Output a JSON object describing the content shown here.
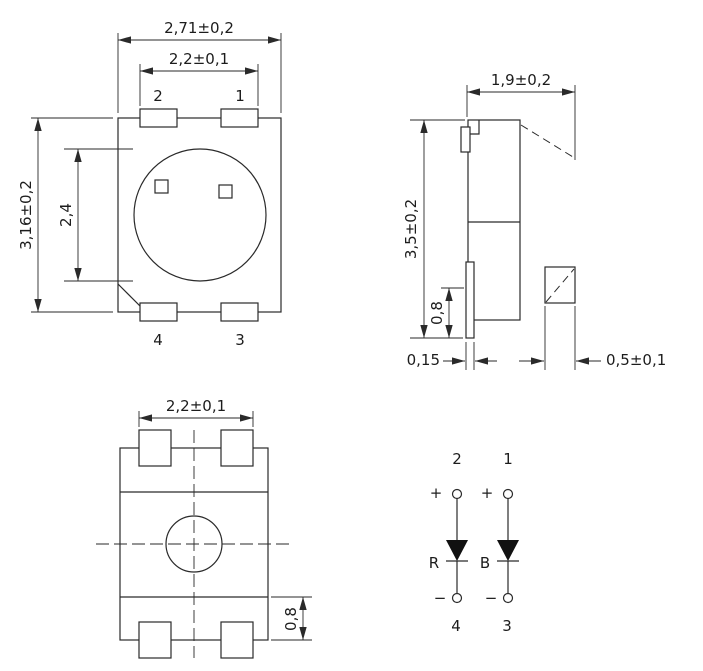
{
  "drawing": {
    "front_view": {
      "dim_outer_width": "2,71±0,2",
      "dim_pad_width": "2,2±0,1",
      "dim_outer_height": "3,16±0,2",
      "dim_lens_height": "2,4",
      "pins": {
        "top_left": "2",
        "top_right": "1",
        "bottom_left": "4",
        "bottom_right": "3"
      }
    },
    "side_view": {
      "dim_depth": "1,9±0,2",
      "dim_height": "3,5±0,2",
      "dim_standoff": "0,8",
      "dim_lead_thickness": "0,15",
      "dim_foot_length": "0,5±0,1"
    },
    "bottom_view": {
      "dim_pad_span": "2,2±0,1",
      "dim_pad_height": "0,8"
    },
    "schematic": {
      "pin_top_left": "2",
      "pin_top_right": "1",
      "pin_bottom_left": "4",
      "pin_bottom_right": "3",
      "plus_left": "+",
      "plus_right": "+",
      "minus_left": "−",
      "minus_right": "−",
      "diode_left_label": "R",
      "diode_right_label": "B"
    }
  }
}
